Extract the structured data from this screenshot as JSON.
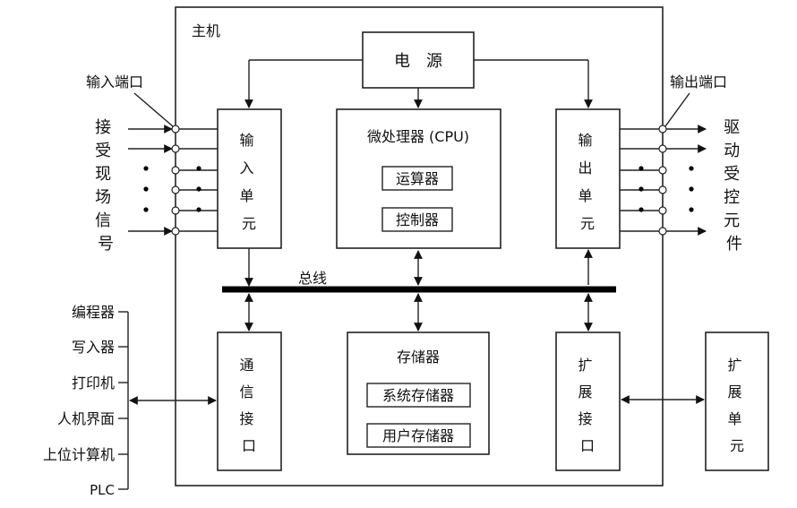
{
  "diagram": {
    "host_label": "主机",
    "power_label": "电　源",
    "cpu": {
      "title": "微处理器 (CPU)",
      "alu": "运算器",
      "controller": "控制器"
    },
    "input_unit": "输入单元",
    "output_unit": "输出单元",
    "bus_label": "总线",
    "comm_interface": "通信接口",
    "memory": {
      "title": "存储器",
      "system": "系统存储器",
      "user": "用户存储器"
    },
    "expansion_interface": "扩展接口",
    "expansion_unit": "扩展单元",
    "input_port_label": "输入端口",
    "output_port_label": "输出端口",
    "input_signal_text": "接受现场信号",
    "output_signal_text": "驱动受控元件",
    "peripherals": [
      "编程器",
      "写入器",
      "打印机",
      "人机界面",
      "上位计算机",
      "PLC"
    ]
  }
}
